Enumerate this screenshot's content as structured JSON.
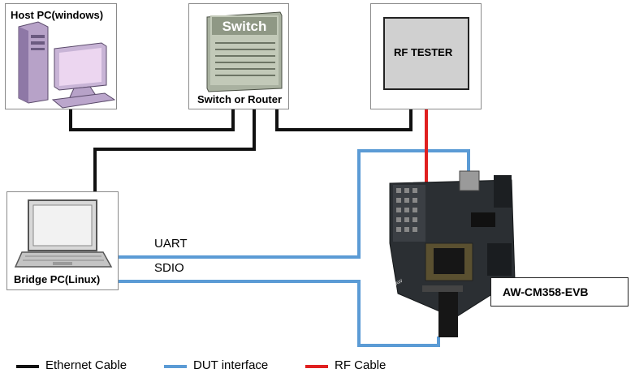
{
  "colors": {
    "ethernet": "#111111",
    "dut": "#5b9bd5",
    "rf": "#e02020",
    "box_border": "#8a8a8a",
    "tester_fill": "#d0d0d0"
  },
  "nodes": {
    "host_pc": {
      "label": "Host PC(windows)"
    },
    "switch": {
      "label": "Switch or Router",
      "icon_text": "Switch"
    },
    "rf_tester": {
      "label": "RF TESTER"
    },
    "bridge_pc": {
      "label": "Bridge PC(Linux)"
    },
    "evb": {
      "label": "AW-CM358-EVB"
    }
  },
  "links": {
    "uart": "UART",
    "sdio": "SDIO"
  },
  "legend": [
    {
      "label": "Ethernet Cable",
      "color": "#111111"
    },
    {
      "label": "DUT interface",
      "color": "#5b9bd5"
    },
    {
      "label": "RF Cable",
      "color": "#e02020"
    }
  ]
}
